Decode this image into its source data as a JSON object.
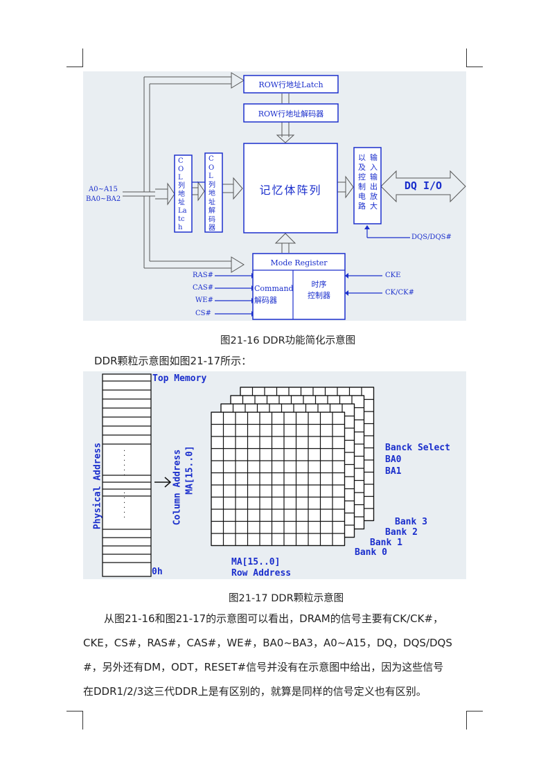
{
  "figure1": {
    "row_latch": "ROW行地址Latch",
    "row_decoder": "ROW行地址解码器",
    "memory_array": "记忆体阵列",
    "io_amp": [
      "以及控制电路",
      "输入输出放大"
    ],
    "dq_io": "DQ I/O",
    "col_latch": "COL列地址Latch",
    "col_decoder": "COL列地址解码器",
    "addr_a": "A0~A15",
    "addr_ba": "BA0~BA2",
    "dqs": "DQS/DQS#",
    "mode_register": "Mode Register",
    "command": "Command",
    "command_decoder": "解码器",
    "timing_ctrl_1": "时序",
    "timing_ctrl_2": "控制器",
    "signals_left": [
      "RAS#",
      "CAS#",
      "WE#",
      "CS#"
    ],
    "cke": "CKE",
    "ck": "CK/CK#"
  },
  "caption1": "图21-16  DDR功能简化示意图",
  "intro": "DDR颗粒示意图如图21-17所示：",
  "figure2": {
    "top_memory": "Top Memory",
    "physical_address": "Physical Address",
    "zero": "0h",
    "dots": "· · · · · ·",
    "column_address": "Column Address",
    "ma_col": "MA[15..0]",
    "bank_select": "Banck Select",
    "ba0": "BA0",
    "ba1": "BA1",
    "bank3": "Bank 3",
    "bank2": "Bank 2",
    "bank1": "Bank 1",
    "bank0": "Bank 0",
    "ma_row": "MA[15..0]",
    "row_address": "Row Address"
  },
  "caption2": "图21-17  DDR颗粒示意图",
  "paragraph": [
    "从图21-16和图21-17的示意图可以看出，DRAM的信号主要有CK/CK#，",
    "CKE，CS#，RAS#，CAS#，WE#，BA0~BA3，A0~A15，DQ，DQS/DQS",
    "#，另外还有DM，ODT，RESET#信号并没有在示意图中给出，因为这些信号",
    "在DDR1/2/3这三代DDR上是有区别的，就算是同样的信号定义也有区别。"
  ],
  "colors": {
    "diagram_blue": "#1a2ecc",
    "diagram_bg": "#e9eef2",
    "arrow_gray": "#555555"
  }
}
